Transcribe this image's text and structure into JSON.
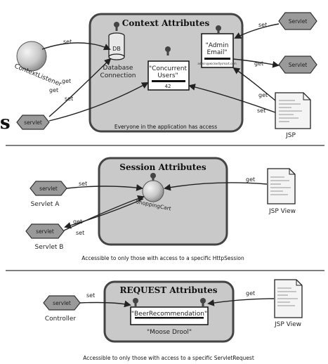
{
  "context": {
    "title": "Context Attributes",
    "db_label": "DB",
    "db_caption_1": "Database",
    "db_caption_2": "Connection",
    "admin_line1": "\"Admin",
    "admin_line2": "Email\"",
    "admin_value": "admin@wickedlysmart.com",
    "concurrent_line1": "\"Concurrent",
    "concurrent_line2": "Users\"",
    "concurrent_value": "42",
    "listener_label": "ContextListener",
    "servlet_label": "servlet",
    "servlet_top_right": "Servlet",
    "servlet_mid_right": "Servlet",
    "jsp_label": "JSP",
    "caption": "Everyone in the application has access",
    "arrow_labels": [
      "set",
      "set",
      "get",
      "get",
      "get",
      "set",
      "get",
      "set"
    ]
  },
  "session": {
    "title": "Session Attributes",
    "cart_label": "ShoppingCart",
    "servlet_a_shape": "servlet",
    "servlet_a_label": "Servlet A",
    "servlet_b_shape": "servlet",
    "servlet_b_label": "Servlet B",
    "jsp_label": "JSP View",
    "caption": "Accessible to only those with access to a specific HttpSession",
    "arrow_labels": [
      "set",
      "get",
      "set",
      "get"
    ]
  },
  "request": {
    "title": "REQUEST Attributes",
    "line1": "\"BeerRecommendation\"",
    "line2": "\"Moose Drool\"",
    "servlet_shape": "servlet",
    "controller_label": "Controller",
    "jsp_label": "JSP View",
    "caption": "Accessible to only those with access to a specific ServletRequest",
    "arrow_labels": [
      "set",
      "get"
    ]
  },
  "edge_fragment": "s"
}
